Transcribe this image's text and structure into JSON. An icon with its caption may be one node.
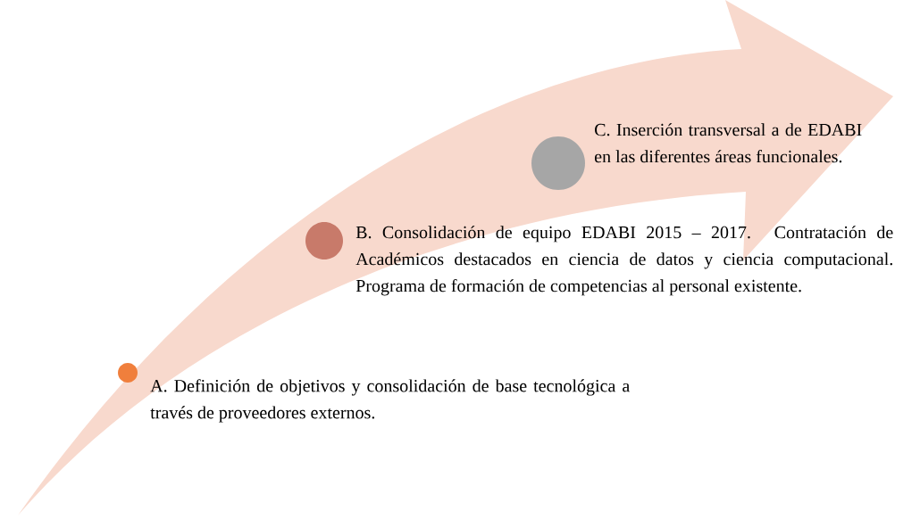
{
  "diagram": {
    "nodes": [
      {
        "text": [],
        "shape": "circle",
        "beside": [
          "A. Definición de objetivos y consolidación de base tecnológica a través de proveedores externos."
        ]
      },
      {
        "text": [],
        "shape": "circle",
        "beside": [
          "B. Consolidación de equipo EDABI 2015 – 2017. Contratación de Académicos destacados en ciencia de datos y ciencia computacional. Programa de formación de competencias al personal existente."
        ]
      },
      {
        "text": [],
        "shape": "circle",
        "beside": [
          "C. Inserción transversal a de EDABI en las diferentes áreas funcionales."
        ]
      }
    ]
  }
}
